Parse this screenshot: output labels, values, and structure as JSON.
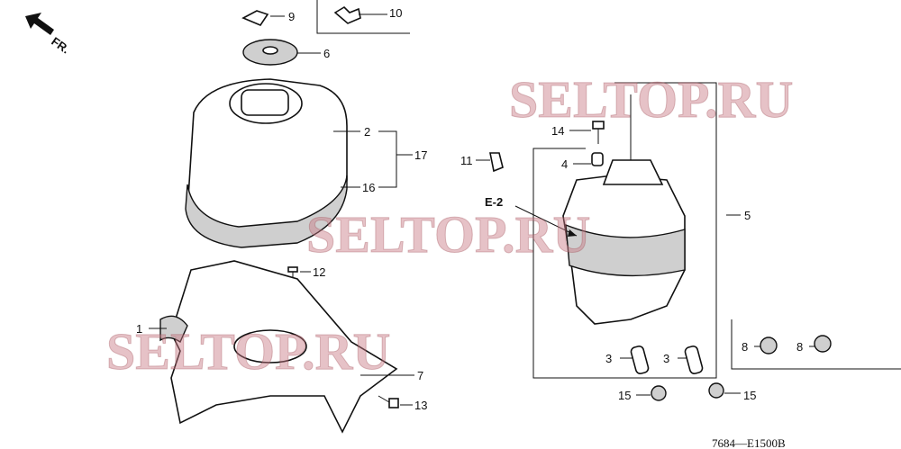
{
  "direction_marker": {
    "label": "FR.",
    "icon": "front-arrow-icon"
  },
  "diagram_code": "7684—E1500B",
  "reference": "E-2",
  "watermark": "SELTOP.RU",
  "callouts": [
    {
      "id": "9",
      "label": "9"
    },
    {
      "id": "10",
      "label": "10"
    },
    {
      "id": "6",
      "label": "6"
    },
    {
      "id": "2",
      "label": "2"
    },
    {
      "id": "17",
      "label": "17"
    },
    {
      "id": "16",
      "label": "16"
    },
    {
      "id": "12",
      "label": "12"
    },
    {
      "id": "1",
      "label": "1"
    },
    {
      "id": "7",
      "label": "7"
    },
    {
      "id": "13",
      "label": "13"
    },
    {
      "id": "11",
      "label": "11"
    },
    {
      "id": "14",
      "label": "14"
    },
    {
      "id": "4",
      "label": "4"
    },
    {
      "id": "5",
      "label": "5"
    },
    {
      "id": "3a",
      "label": "3"
    },
    {
      "id": "3b",
      "label": "3"
    },
    {
      "id": "15a",
      "label": "15"
    },
    {
      "id": "15b",
      "label": "15"
    },
    {
      "id": "8a",
      "label": "8"
    },
    {
      "id": "8b",
      "label": "8"
    }
  ]
}
